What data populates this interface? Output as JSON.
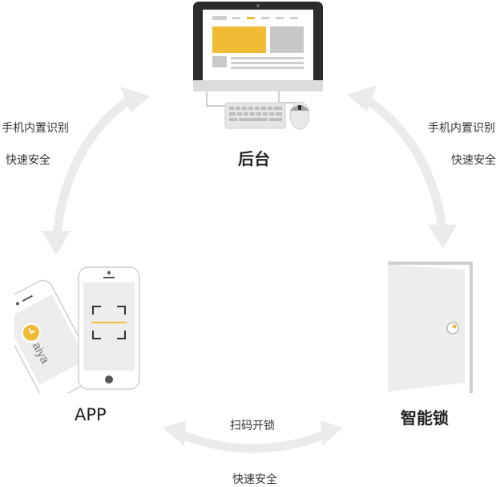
{
  "nodes": {
    "backend": "后台",
    "app": "APP",
    "smart_lock": "智能锁"
  },
  "links": {
    "left": {
      "line1": "手机内置识别",
      "line2": "快速安全"
    },
    "right": {
      "line1": "手机内置识别",
      "line2": "快速安全"
    },
    "bottom": {
      "line1": "扫码开锁",
      "line2": "快速安全"
    }
  },
  "phone_brand_text": "aiya",
  "colors": {
    "accent_yellow": "#F0BB35",
    "arrow_gray": "#EBEBEB",
    "device_gray": "#CCCCCC",
    "screen_gray": "#EDEDED",
    "text": "#333333"
  }
}
